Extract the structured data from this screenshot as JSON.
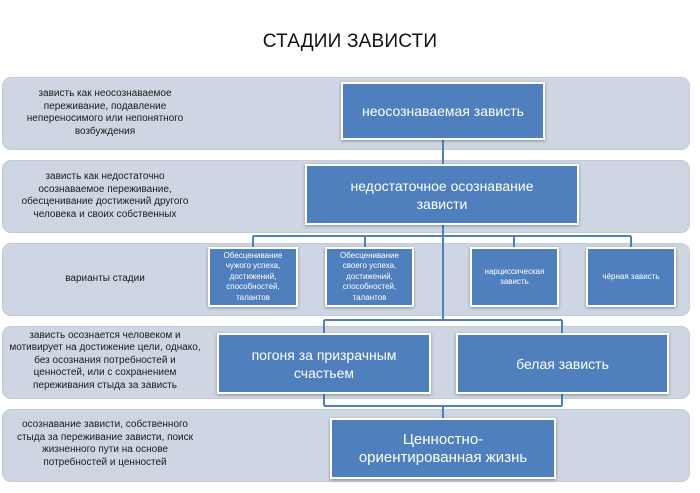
{
  "title": "СТАДИИ ЗАВИСТИ",
  "rows": [
    {
      "label": "зависть как неосознаваемое переживание, подавление непереносимого или непонятного возбуждения"
    },
    {
      "label": "зависть как недостаточно осознаваемое переживание, обесценивание достижений другого человека и своих собственных"
    },
    {
      "label": "варианты стадии"
    },
    {
      "label": "зависть осознается человеком и мотивирует на достижение цели, однако, без осознания потребностей и ценностей, или с сохранением переживания стыда за зависть"
    },
    {
      "label": "осознавание зависти, собственного стыда за переживание зависти, поиск жизненного пути на основе потребностей и ценностей"
    }
  ],
  "nodes": {
    "unconscious": "неосознаваемая зависть",
    "insufficient": "недостаточное осознавание зависти",
    "variant1": "Обесценивание чужого успеха, достижений, способностей, талантов",
    "variant2": "Обесценивание своего успеха, достижений, способностей, талантов",
    "variant3": "нарциссическая зависть",
    "variant4": "чёрная зависть",
    "chase": "погоня за призрачным счастьем",
    "white": "белая зависть",
    "value": "Ценностно-ориентированная жизнь"
  },
  "colors": {
    "band": "#cfd6e3",
    "box": "#4f7fbd",
    "connector": "#4f7fbd"
  }
}
